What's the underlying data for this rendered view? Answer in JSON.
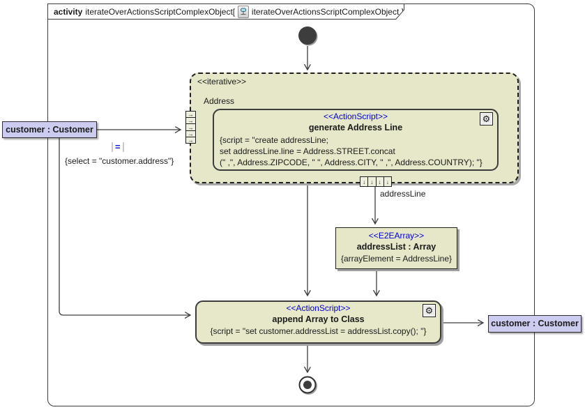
{
  "title": {
    "keyword": "activity",
    "name": "iterateOverActionsScriptComplexObject[",
    "diagram": "iterateOverActionsScriptComplexObject ]"
  },
  "region": {
    "stereotype": "<<iterative>>",
    "input_label": "Address"
  },
  "nodes": {
    "customer_in": {
      "label": "customer : Customer"
    },
    "generate": {
      "stereotype": "<<ActionScript>>",
      "name": "generate Address Line",
      "script_lines": [
        "{script = \"create addressLine;",
        "set addressLine.line = Address.STREET.concat",
        "(\" ,\", Address.ZIPCODE, \" \", Address.CITY, \" ,\", Address.COUNTRY); \"}"
      ]
    },
    "address_list": {
      "stereotype": "<<E2EArray>>",
      "name": "addressList : Array",
      "constraint": "{arrayElement = AddressLine}"
    },
    "append": {
      "stereotype": "<<ActionScript>>",
      "name": "append Array to Class",
      "script": "{script = \"set customer.addressList = addressList.copy(); \"}"
    },
    "customer_out": {
      "label": "customer : Customer"
    }
  },
  "edges": {
    "select_constraint": "{select = \"customer.address\"}",
    "addressline_label": "addressLine"
  },
  "icons": {
    "gear": "⚙",
    "equals": "=",
    "right_arrow": "→",
    "down_arrow": "↓"
  },
  "colors": {
    "node_fill": "#e7e7ca",
    "region_fill": "#e6e6c8",
    "object_fill": "#ccccf0",
    "stereotype_text": "#0000cc",
    "line": "#3d3d3d"
  }
}
